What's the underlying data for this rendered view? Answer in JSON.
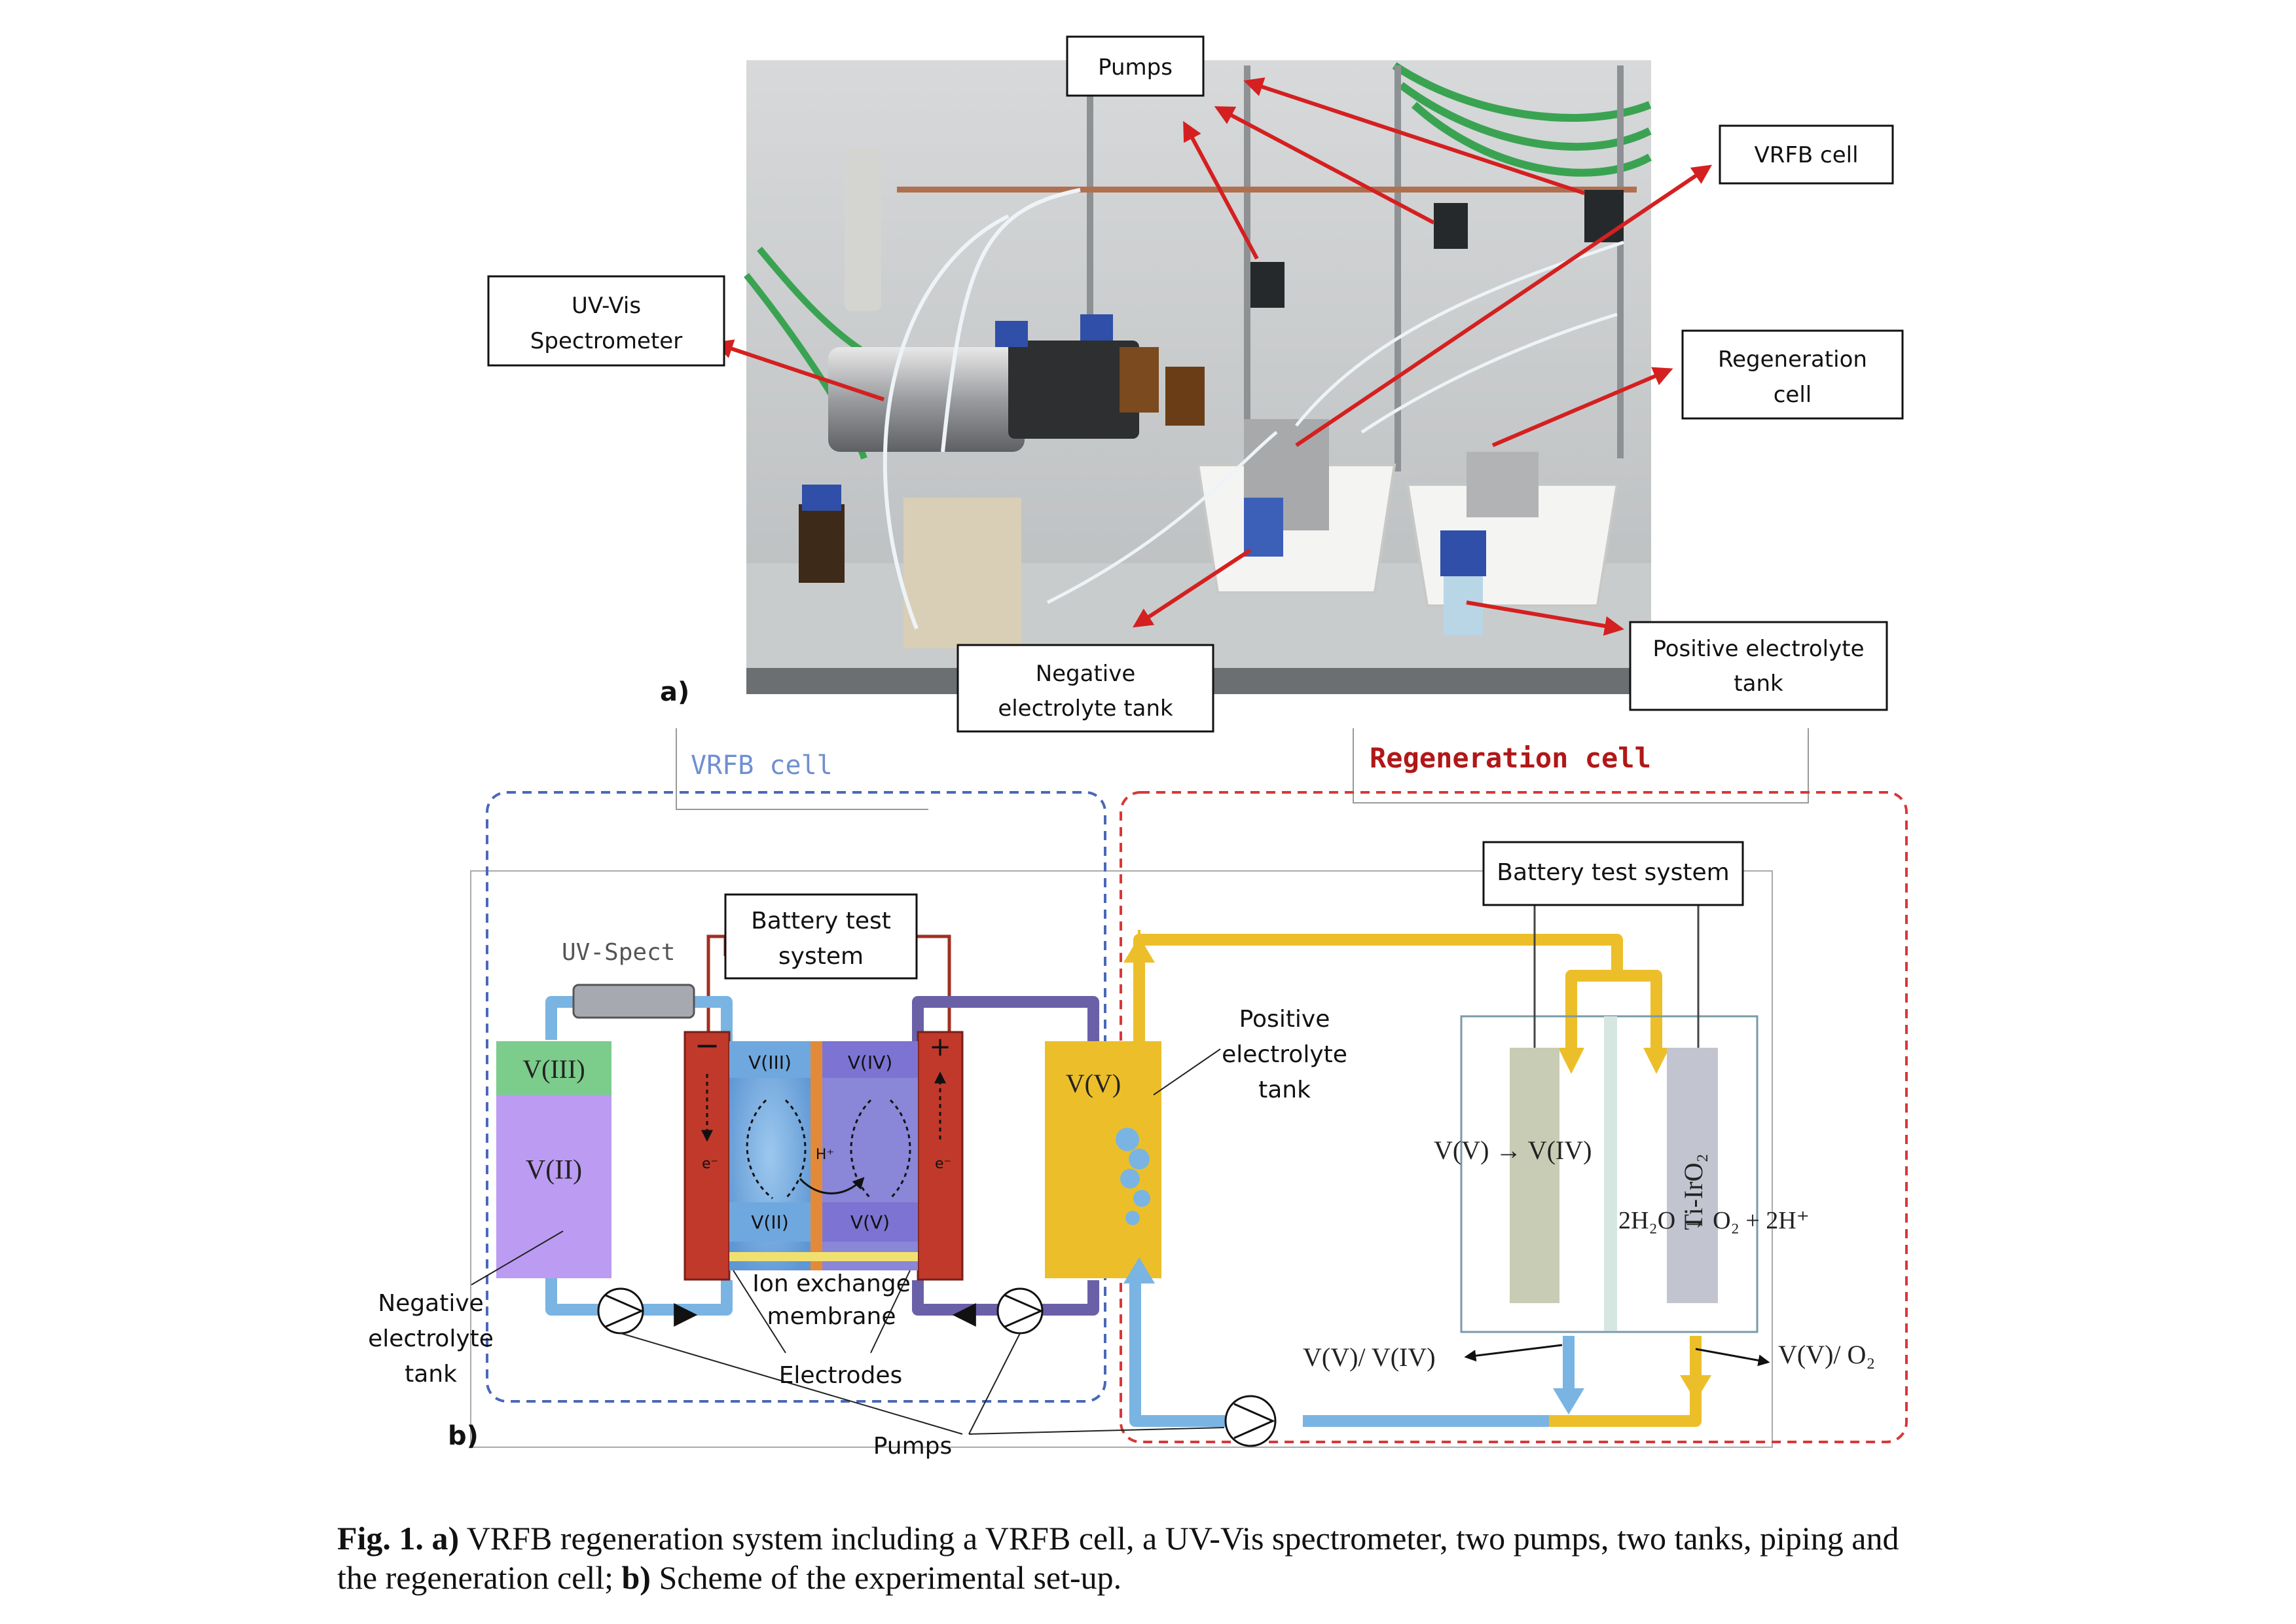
{
  "panel_a": {
    "letter": "a)",
    "callouts": {
      "pumps": "Pumps",
      "vrfb_cell": "VRFB cell",
      "uv_vis_line1": "UV-Vis",
      "uv_vis_line2": "Spectrometer",
      "regeneration_line1": "Regeneration",
      "regeneration_line2": "cell",
      "negative_tank_line1": "Negative",
      "negative_tank_line2": "electrolyte tank",
      "positive_tank_line1": "Positive electrolyte",
      "positive_tank_line2": "tank"
    }
  },
  "panel_b": {
    "letter": "b)",
    "vrfb_title": "VRFB cell",
    "regen_title": "Regeneration cell",
    "uv_spect": "UV-Spect",
    "battery_test_line1": "Battery test",
    "battery_test_line2": "system",
    "battery_test_right": "Battery test system",
    "neg_tank_top": "V(III)",
    "neg_tank_bottom": "V(II)",
    "minus": "−",
    "plus": "+",
    "electron": "e⁻",
    "cell_v3": "V(III)",
    "cell_v4": "V(IV)",
    "cell_v2": "V(II)",
    "cell_v5": "V(V)",
    "proton": "H⁺",
    "pos_tank_label": "V(V)",
    "pos_tank_callout_1": "Positive",
    "pos_tank_callout_2": "electrolyte",
    "pos_tank_callout_3": "tank",
    "membrane_line1": "Ion exchange",
    "membrane_line2": "membrane",
    "electrodes": "Electrodes",
    "neg_callout_1": "Negative",
    "neg_callout_2": "electrolyte",
    "neg_callout_3": "tank",
    "pumps": "Pumps",
    "reaction_left": "V(V) → V(IV)",
    "anode_label": "Ti-IrO₂",
    "reaction_right": "2H₂O → O₂ + 2H⁺",
    "out_left": "V(V)/ V(IV)",
    "out_right": "V(V)/ O₂"
  },
  "caption": {
    "fig": "Fig. 1.",
    "a_label": "a)",
    "a_text": " VRFB regeneration system including a VRFB cell, a UV-Vis spectrometer, two pumps, two tanks, piping and",
    "line2_start": "the regeneration cell; ",
    "b_label": "b)",
    "b_text": " Scheme of the experimental set-up."
  },
  "colors": {
    "callout_arrow": "#d42020",
    "vrfb_title": "#6f8fd0",
    "regen_title": "#b01818",
    "vrfb_box": "#4a68b8",
    "regen_box": "#d83838",
    "pipe_blue": "#7ab4e2",
    "pipe_purple": "#6a60a8",
    "pipe_yellow": "#ecbf2a",
    "electrode_red": "#c0392b",
    "tank_green": "#7ccc8c",
    "tank_violet": "#bb9cf2",
    "cell_blue": "#6fa8de",
    "cell_violet": "#7d73d3"
  }
}
